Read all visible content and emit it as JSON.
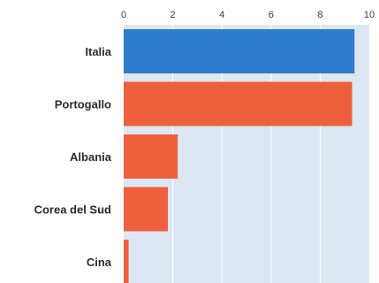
{
  "chart_data": {
    "type": "bar",
    "orientation": "horizontal",
    "categories": [
      "Italia",
      "Portogallo",
      "Albania",
      "Corea del Sud",
      "Cina"
    ],
    "values": [
      9.4,
      9.3,
      2.2,
      1.8,
      0.2
    ],
    "xlim": [
      0,
      10
    ],
    "xticks": [
      0,
      2,
      4,
      6,
      8,
      10
    ],
    "grid": true,
    "title": "",
    "xlabel": "",
    "ylabel": "",
    "colors": {
      "highlight": "#2f7ccc",
      "default": "#ee5f3d",
      "plot_background": "#dde7f3",
      "grid": "#ffffff"
    },
    "highlight_index": 0
  }
}
